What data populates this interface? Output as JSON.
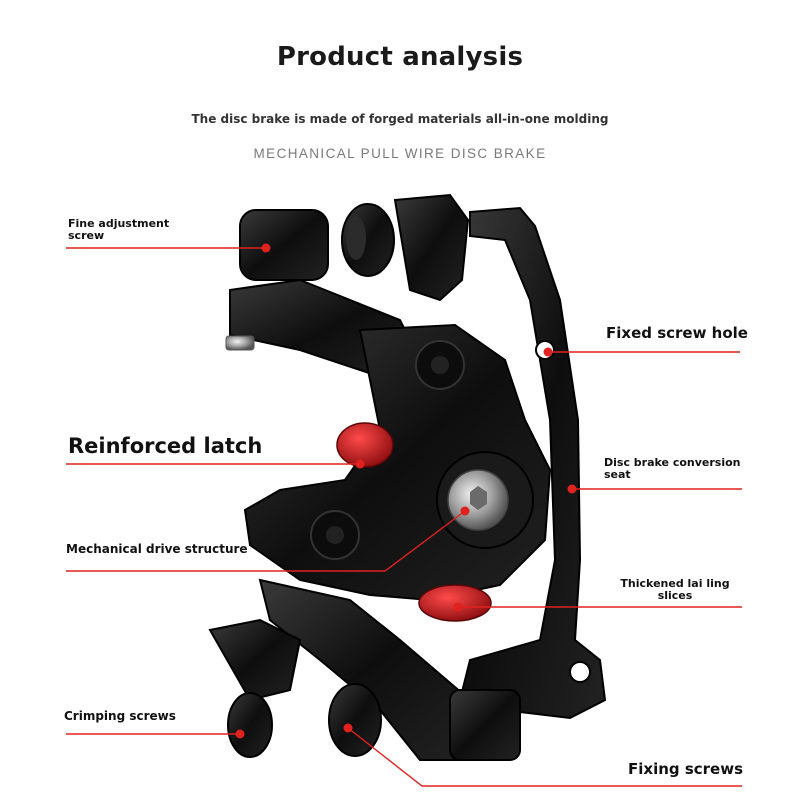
{
  "header": {
    "title": "Product analysis",
    "subtitle": "The disc brake is made of forged materials all-in-one molding",
    "tagline": "MECHANICAL PULL WIRE DISC BRAKE"
  },
  "callouts": {
    "fine_adjustment": "Fine adjustment\nscrew",
    "fixed_screw_hole": "Fixed screw hole",
    "reinforced_latch": "Reinforced latch",
    "conversion_seat": "Disc brake conversion\nseat",
    "drive_structure": "Mechanical drive structure",
    "lai_ling_slices": "Thickened lai ling\nslices",
    "crimping_screws": "Crimping screws",
    "fixing_screws": "Fixing screws"
  },
  "colors": {
    "callout_line": "#e0221f",
    "brake_body": "#111111",
    "accent_red": "#c4181c"
  }
}
